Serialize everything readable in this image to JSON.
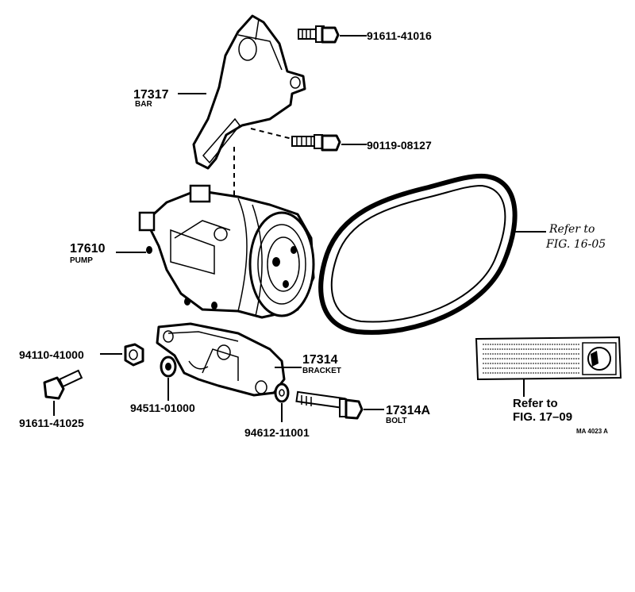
{
  "parts": [
    {
      "id": "p91611_41016",
      "number": "91611-41016"
    },
    {
      "id": "p17317",
      "number": "17317",
      "name": "BAR"
    },
    {
      "id": "p90119_08127",
      "number": "90119-08127"
    },
    {
      "id": "p17610",
      "number": "17610",
      "name": "PUMP"
    },
    {
      "id": "p94110_41000",
      "number": "94110-41000"
    },
    {
      "id": "p17314",
      "number": "17314",
      "name": "BRACKET"
    },
    {
      "id": "p94511_01000",
      "number": "94511-01000"
    },
    {
      "id": "p91611_41025",
      "number": "91611-41025"
    },
    {
      "id": "p17314A",
      "number": "17314A",
      "name": "BOLT"
    },
    {
      "id": "p94612_11001",
      "number": "94612-11001"
    }
  ],
  "handwritten_note": {
    "line1": "Refer to",
    "line2": "FIG. 16-05"
  },
  "printed_ref": {
    "line1": "Refer to",
    "line2": "FIG. 17–09"
  },
  "drawing_code": "MA 4023 A"
}
